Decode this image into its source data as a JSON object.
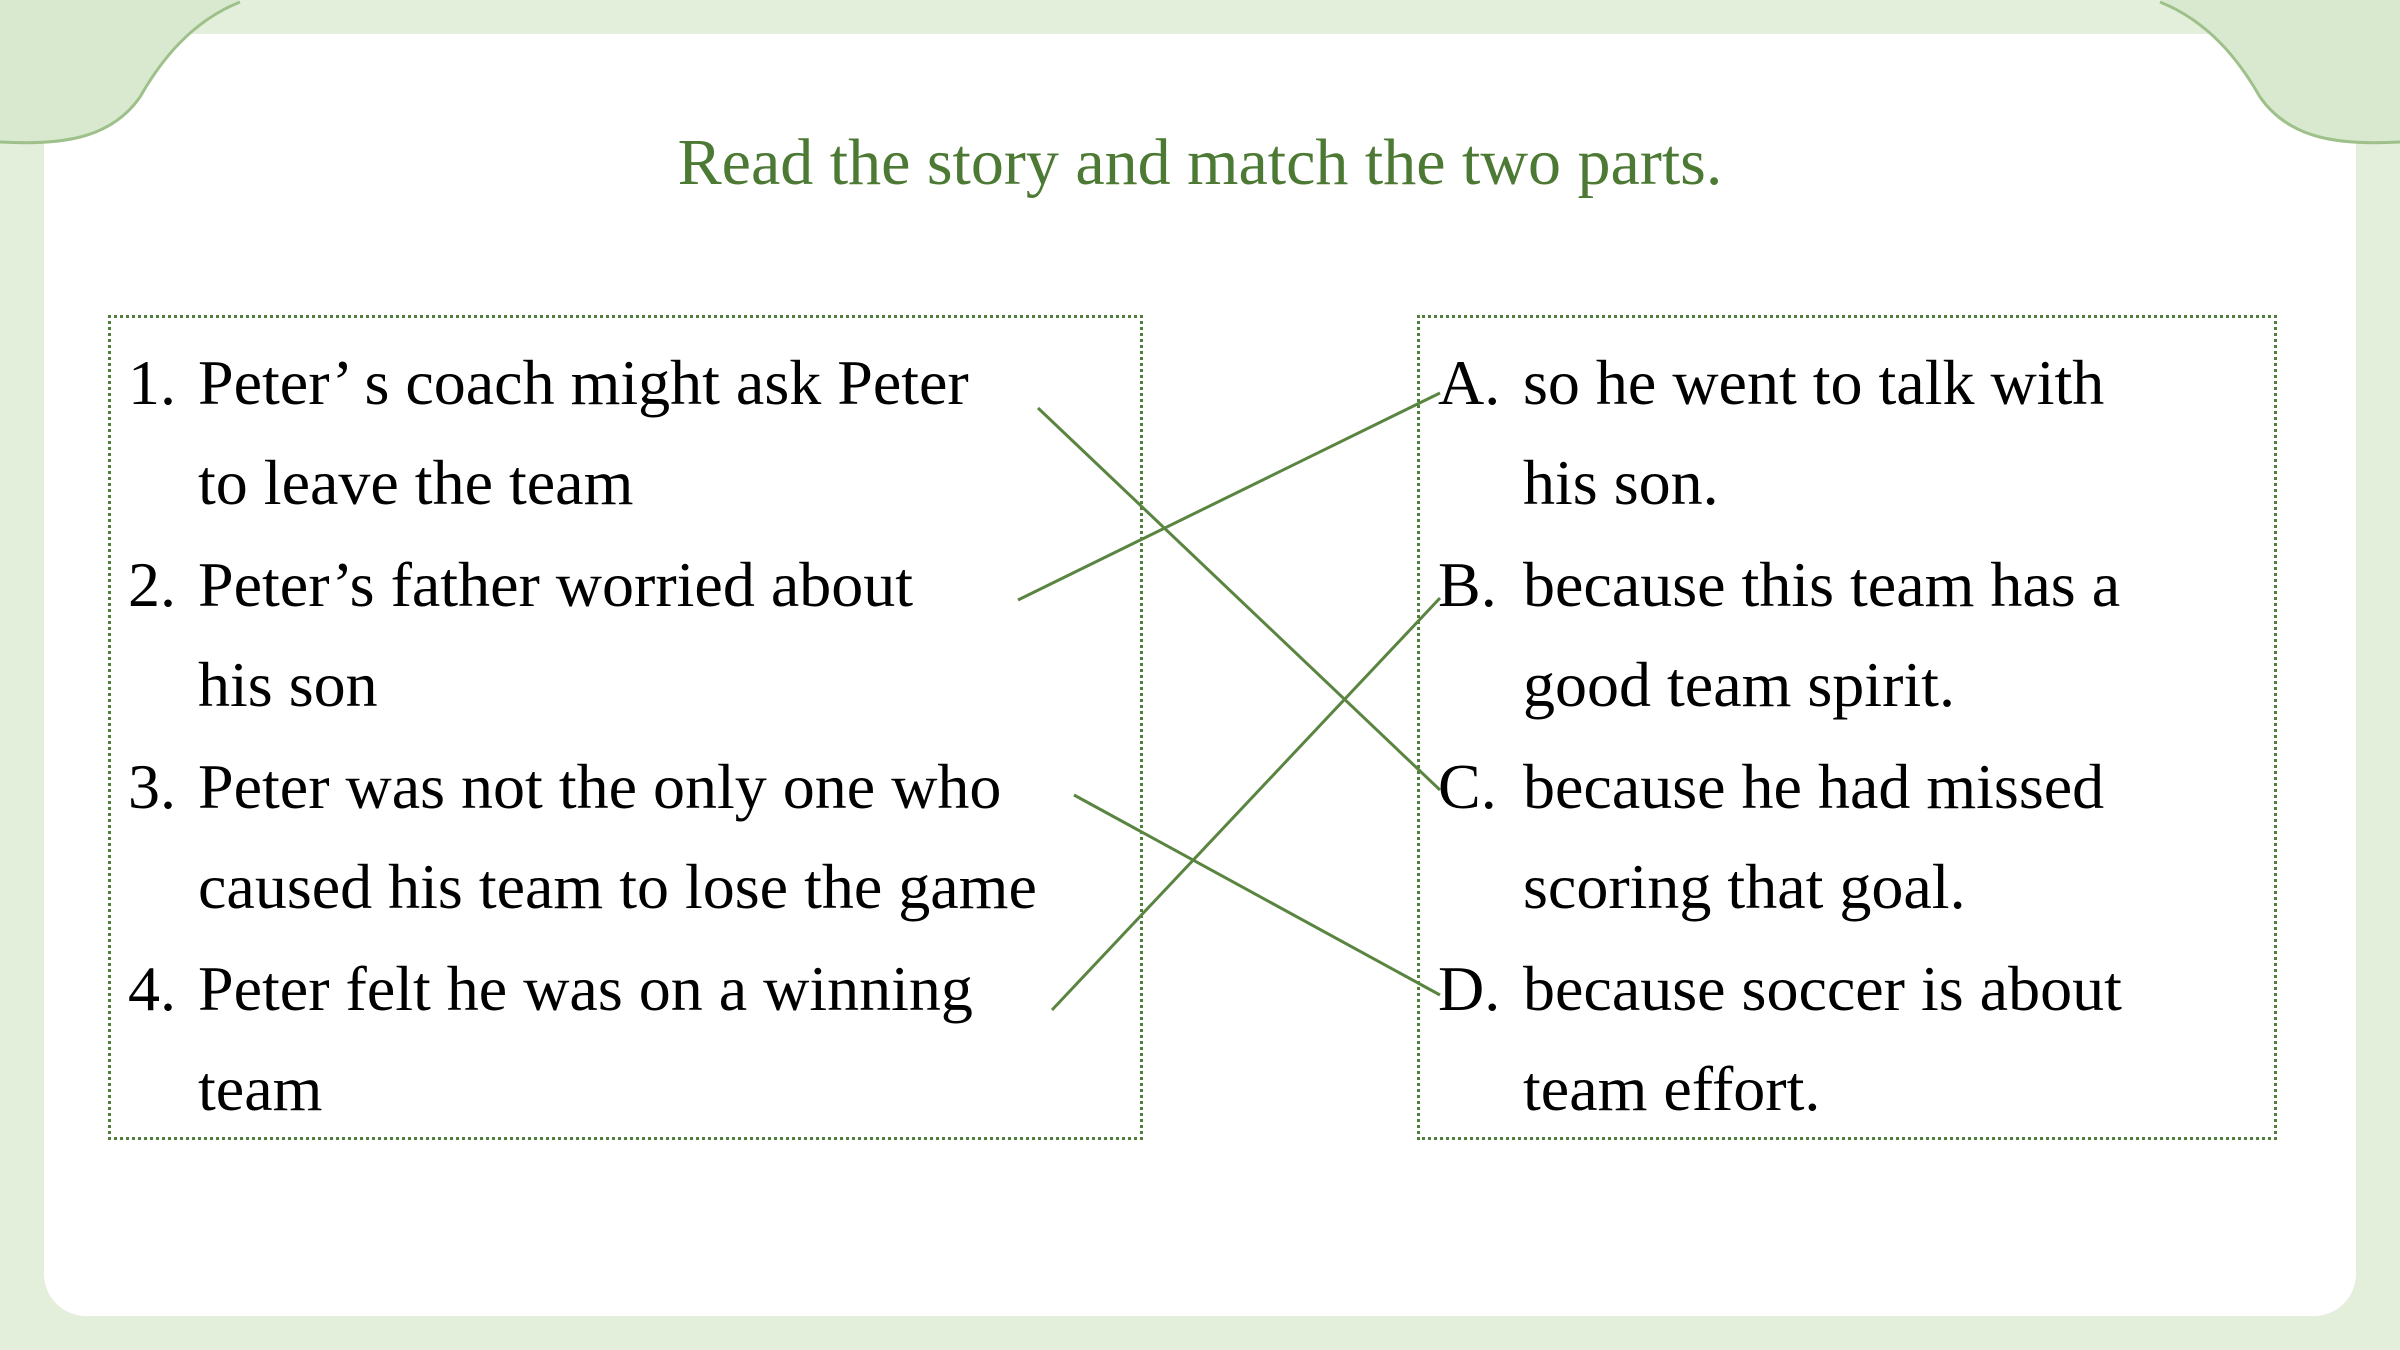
{
  "title": "Read the story and match the two parts.",
  "colors": {
    "background": "#e3eedb",
    "card": "#ffffff",
    "accent": "#4c7a34",
    "line": "#5a8540"
  },
  "left_items": [
    {
      "marker": "1.",
      "lines": [
        "Peter’ s coach might ask Peter",
        "to leave the team"
      ]
    },
    {
      "marker": "2.",
      "lines": [
        "Peter’s father worried about",
        "his son"
      ]
    },
    {
      "marker": "3.",
      "lines": [
        "Peter was not the only one who",
        "caused his team to lose the game"
      ]
    },
    {
      "marker": "4.",
      "lines": [
        "Peter felt he was on a winning",
        "team"
      ]
    }
  ],
  "right_items": [
    {
      "marker": "A.",
      "lines": [
        "so he went to talk with",
        "his son."
      ]
    },
    {
      "marker": "B.",
      "lines": [
        "because this team has a",
        "good team spirit."
      ]
    },
    {
      "marker": "C.",
      "lines": [
        "because he had missed",
        "scoring that goal."
      ]
    },
    {
      "marker": "D.",
      "lines": [
        "because soccer is about",
        "team effort."
      ]
    }
  ],
  "matches": [
    {
      "from": "1",
      "to": "C"
    },
    {
      "from": "2",
      "to": "A"
    },
    {
      "from": "3",
      "to": "D"
    },
    {
      "from": "4",
      "to": "B"
    }
  ]
}
